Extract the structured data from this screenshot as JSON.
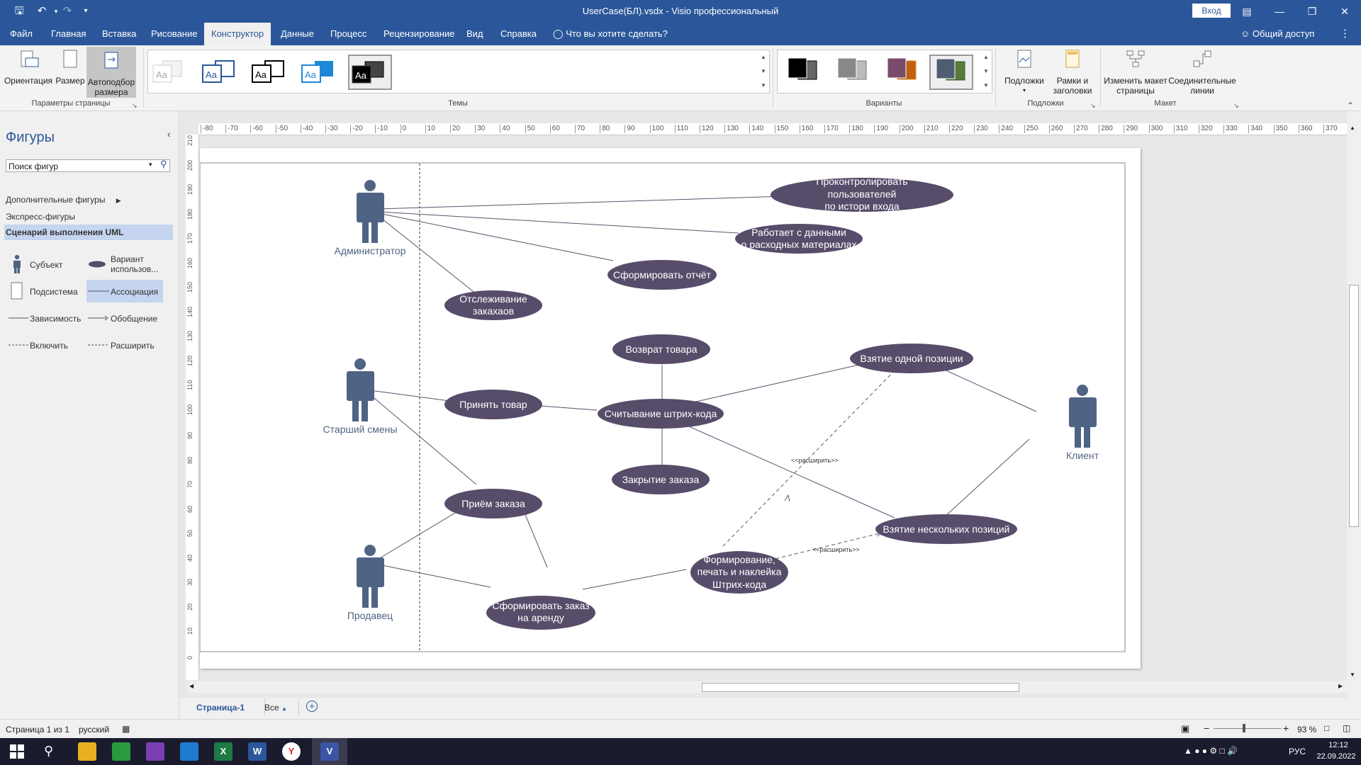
{
  "window": {
    "title": "UserCase(БЛ).vsdx  -  Visio профессиональный",
    "signin": "Вход",
    "share": "Общий доступ"
  },
  "tabs": [
    "Файл",
    "Главная",
    "Вставка",
    "Рисование",
    "Конструктор",
    "Данные",
    "Процесс",
    "Рецензирование",
    "Вид",
    "Справка"
  ],
  "tell_me": "Что вы хотите сделать?",
  "ribbon": {
    "orientation": "Ориентация",
    "size": "Размер",
    "autofit_line1": "Автоподбор",
    "autofit_line2": "размера",
    "page_setup_group": "Параметры страницы",
    "themes_group": "Темы",
    "variants_group": "Варианты",
    "backgrounds": "Подложки",
    "borders_line1": "Рамки и",
    "borders_line2": "заголовки",
    "backgrounds_group": "Подложки",
    "relayout_line1": "Изменить макет",
    "relayout_line2": "страницы",
    "connectors_line1": "Соединительные",
    "connectors_line2": "линии",
    "layout_group": "Макет",
    "theme_sample": "Aa"
  },
  "shapes_pane": {
    "title": "Фигуры",
    "search_placeholder": "Поиск фигур",
    "more_shapes": "Дополнительные фигуры",
    "quick_shapes": "Экспресс-фигуры",
    "active_stencil": "Сценарий выполнения UML",
    "stencil": {
      "actor": "Субъект",
      "use_case_line1": "Вариант",
      "use_case_line2": "использов...",
      "subsystem": "Подсистема",
      "association": "Ассоциация",
      "dependency": "Зависимость",
      "generalization": "Обобщение",
      "include": "Включить",
      "extend": "Расширить"
    }
  },
  "ruler": {
    "h_ticks": [
      "-80",
      "-70",
      "-60",
      "-50",
      "-40",
      "-30",
      "-20",
      "-10",
      "0",
      "10",
      "20",
      "30",
      "40",
      "50",
      "60",
      "70",
      "80",
      "90",
      "100",
      "110",
      "120",
      "130",
      "140",
      "150",
      "160",
      "170",
      "180",
      "190",
      "200",
      "210",
      "220",
      "230",
      "240",
      "250",
      "260",
      "270",
      "280",
      "290",
      "300",
      "310",
      "320",
      "330",
      "340",
      "350",
      "360",
      "370"
    ],
    "v_ticks": [
      "210",
      "200",
      "190",
      "180",
      "170",
      "160",
      "150",
      "140",
      "130",
      "120",
      "110",
      "100",
      "90",
      "80",
      "70",
      "60",
      "50",
      "40",
      "30",
      "20",
      "10",
      "0"
    ]
  },
  "diagram": {
    "actors": {
      "admin": "Администратор",
      "senior": "Старший смены",
      "seller": "Продавец",
      "client": "Клиент"
    },
    "use_cases": {
      "control_users": [
        "Проконтролировать",
        "пользователей",
        "по истори входа"
      ],
      "materials": [
        "Работает с данными",
        "о расходных материалах"
      ],
      "report": [
        "Сформировать отчёт"
      ],
      "tracking": [
        "Отслеживание",
        "закахаов"
      ],
      "return": [
        "Возврат товара"
      ],
      "take_one": [
        "Взятие одной позиции"
      ],
      "accept": [
        "Принять товар"
      ],
      "scan": [
        "Считывание штрих-кода"
      ],
      "close_order": [
        "Закрытие заказа"
      ],
      "take_many": [
        "Взятие нескольких позиций"
      ],
      "receive_order": [
        "Приём заказа"
      ],
      "barcode": [
        "Формирование,",
        "печать и наклейка",
        "Штрих-кода"
      ],
      "rental": [
        "Сформировать заказ",
        "на аренду"
      ]
    },
    "extend_label": "<<расширить>>"
  },
  "page_tabs": {
    "page1": "Страница-1",
    "all": "Все"
  },
  "status": {
    "page": "Страница 1 из 1",
    "language": "русский",
    "zoom": "93 %"
  },
  "taskbar": {
    "lang": "РУС",
    "time": "12:12",
    "date": "22.09.2022"
  },
  "colors": {
    "accent": "#2b579a",
    "actor": "#4f6384",
    "usecase": "#574c6a"
  }
}
